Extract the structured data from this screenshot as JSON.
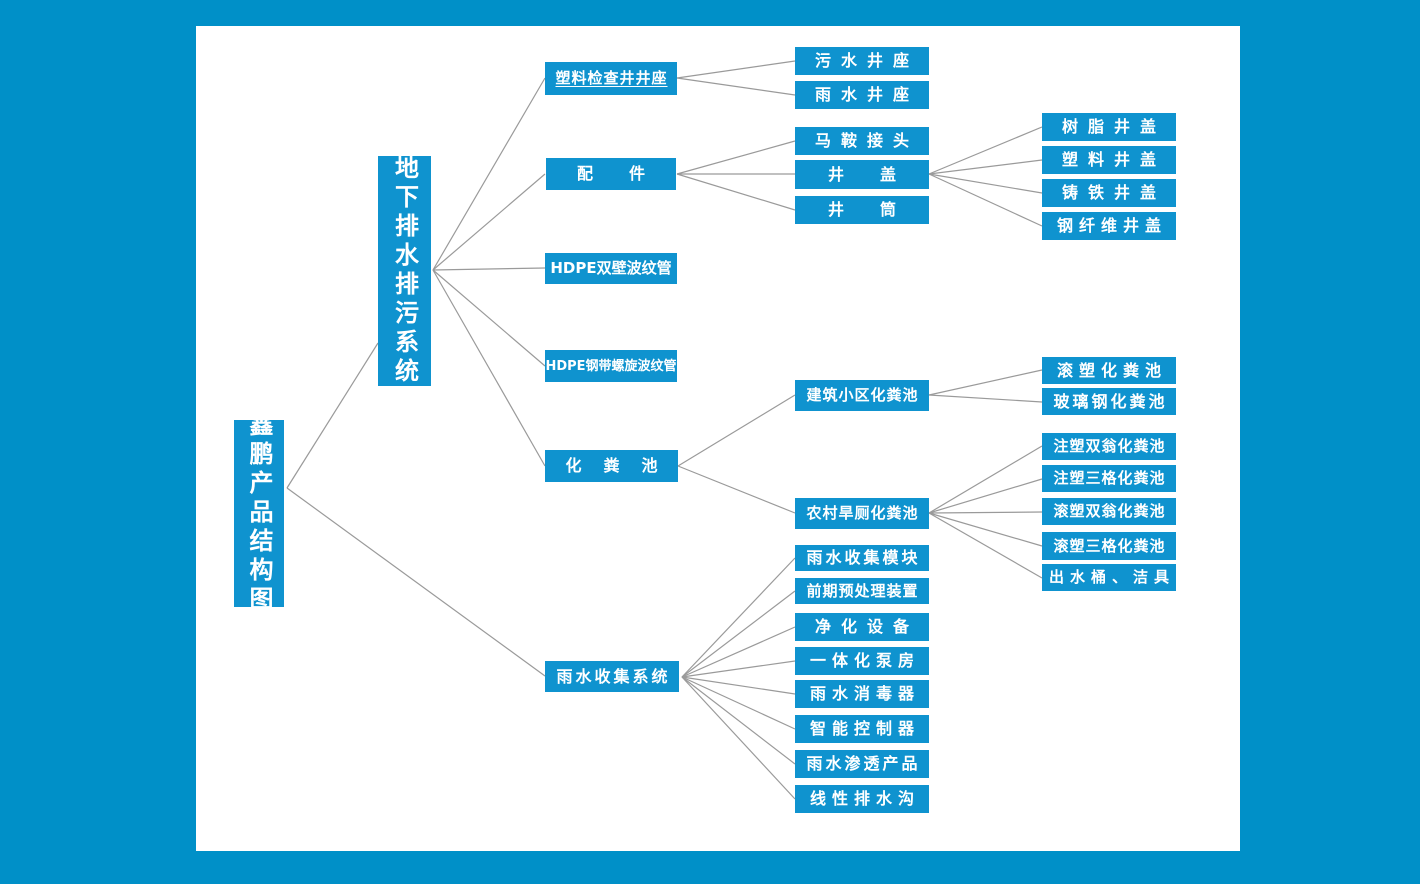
{
  "title": "鑫鹏产品结构图",
  "colors": {
    "background": "#0090c8",
    "panel": "#ffffff",
    "node_fill": "#0f93cf",
    "node_text": "#ffffff",
    "line": "#9a9a9a"
  },
  "nodes": {
    "root": "鑫鹏产品结构图",
    "system": "地下排水排污系统",
    "inspection_well_seat": "塑料检查井井座",
    "fittings": "配件",
    "hdpe_double_wall": "HDPE双壁波纹管",
    "hdpe_steel_spiral": "HDPE钢带螺旋波纹管",
    "septic_tank": "化粪池",
    "rain_collection": "雨水收集系统",
    "sewage_well_seat": "污水井座",
    "rain_well_seat": "雨水井座",
    "saddle_joint": "马鞍接头",
    "well_cover": "井盖",
    "well_shaft": "井筒",
    "resin_cover": "树脂井盖",
    "plastic_cover": "塑料井盖",
    "cast_iron_cover": "铸铁井盖",
    "steel_fiber_cover": "钢纤维井盖",
    "building_septic": "建筑小区化粪池",
    "rural_septic": "农村旱厕化粪池",
    "roto_septic": "滚塑化粪池",
    "frp_septic": "玻璃钢化粪池",
    "inj_double_septic": "注塑双翁化粪池",
    "inj_three_septic": "注塑三格化粪池",
    "roto_double_septic": "滚塑双翁化粪池",
    "roto_three_septic": "滚塑三格化粪池",
    "outlet_bucket": "出水桶、洁具",
    "rain_module": "雨水收集模块",
    "pretreatment": "前期预处理装置",
    "purification": "净化设备",
    "pump_house": "一体化泵房",
    "rain_disinfector": "雨水消毒器",
    "smart_controller": "智能控制器",
    "rain_infiltration": "雨水渗透产品",
    "linear_drain": "线性排水沟"
  }
}
